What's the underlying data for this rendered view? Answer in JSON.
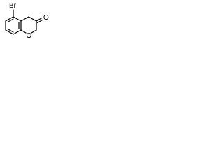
{
  "structure": {
    "atoms": {
      "bromine": "Br",
      "ring_oxygen": "O",
      "carbonyl_oxygen": "O"
    },
    "colors": {
      "bond": "#000000",
      "text": "#000000",
      "background": "#ffffff"
    }
  }
}
